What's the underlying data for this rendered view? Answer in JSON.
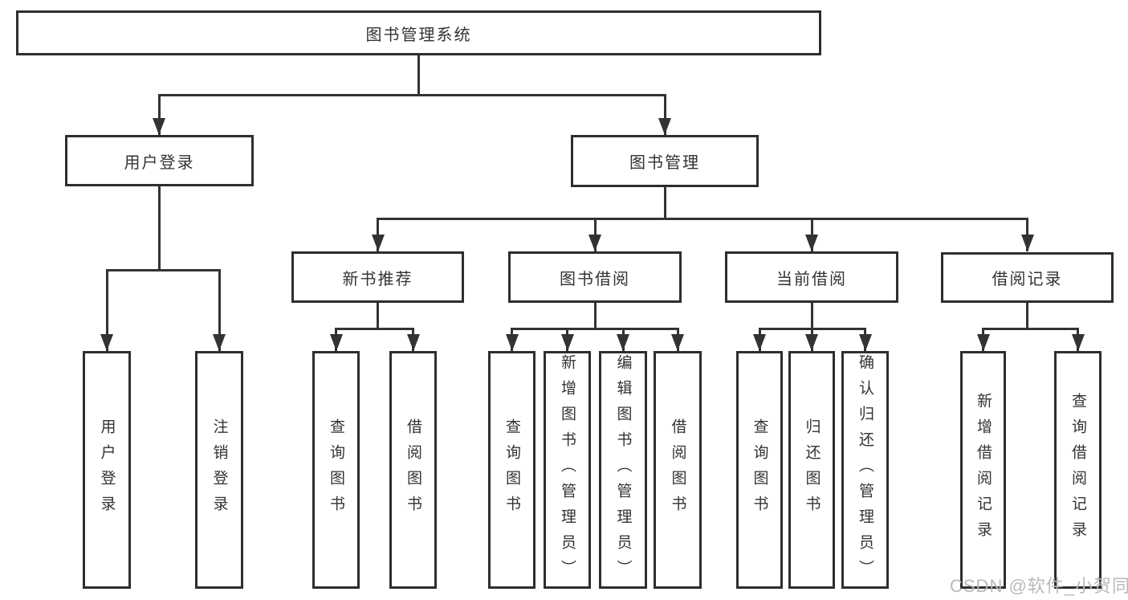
{
  "diagram_type": "tree-hierarchy",
  "title": "图书管理系统",
  "colors": {
    "background": "#ffffff",
    "line": "#333333",
    "box_border": "#2e2e2e",
    "text": "#333333",
    "watermark": "#b9b9b9"
  },
  "watermark": {
    "text": "CSDN @软件_小贺同学"
  },
  "nodes": {
    "root": {
      "label": "图书管理系统",
      "children": [
        "user-login",
        "book-management"
      ]
    },
    "user-login": {
      "label": "用户登录",
      "children": [
        "login",
        "logout"
      ]
    },
    "book-management": {
      "label": "图书管理",
      "children": [
        "new-book-recommend",
        "book-borrow",
        "current-borrow",
        "borrow-records"
      ]
    },
    "new-book-recommend": {
      "label": "新书推荐",
      "children": [
        "nbr-query-books",
        "nbr-borrow-books"
      ]
    },
    "book-borrow": {
      "label": "图书借阅",
      "children": [
        "bb-query-books",
        "bb-add-books",
        "bb-edit-books",
        "bb-borrow-books"
      ]
    },
    "current-borrow": {
      "label": "当前借阅",
      "children": [
        "cb-query-books",
        "cb-return-books",
        "cb-confirm-return"
      ]
    },
    "borrow-records": {
      "label": "借阅记录",
      "children": [
        "br-add-record",
        "br-query-record"
      ]
    },
    "login": {
      "label": "用户登录",
      "children": []
    },
    "logout": {
      "label": "注销登录",
      "children": []
    },
    "nbr-query-books": {
      "label": "查询图书",
      "children": []
    },
    "nbr-borrow-books": {
      "label": "借阅图书",
      "children": []
    },
    "bb-query-books": {
      "label": "查询图书",
      "children": []
    },
    "bb-add-books": {
      "label": "新增图书（管理员）",
      "children": []
    },
    "bb-edit-books": {
      "label": "编辑图书（管理员）",
      "children": []
    },
    "bb-borrow-books": {
      "label": "借阅图书",
      "children": []
    },
    "cb-query-books": {
      "label": "查询图书",
      "children": []
    },
    "cb-return-books": {
      "label": "归还图书",
      "children": []
    },
    "cb-confirm-return": {
      "label": "确认归还（管理员）",
      "children": []
    },
    "br-add-record": {
      "label": "新增借阅记录",
      "children": []
    },
    "br-query-record": {
      "label": "查询借阅记录",
      "children": []
    }
  }
}
